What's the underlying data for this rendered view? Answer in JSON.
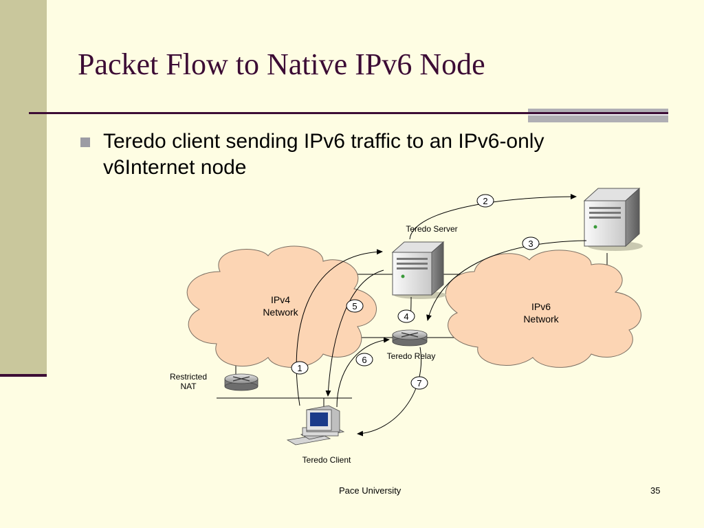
{
  "slide": {
    "title": "Packet Flow to Native IPv6 Node",
    "bullet": "Teredo client sending IPv6 traffic to an IPv6-only v6Internet node",
    "footer": "Pace University",
    "page_number": "35"
  },
  "diagram": {
    "ipv4_cloud": {
      "line1": "IPv4",
      "line2": "Network"
    },
    "ipv6_cloud": {
      "line1": "IPv6",
      "line2": "Network"
    },
    "teredo_server": "Teredo Server",
    "teredo_relay": "Teredo Relay",
    "teredo_client": "Teredo Client",
    "restricted_nat": {
      "line1": "Restricted",
      "line2": "NAT"
    },
    "steps": [
      "1",
      "2",
      "3",
      "4",
      "5",
      "6",
      "7"
    ]
  },
  "colors": {
    "background": "#fefde3",
    "sidebar": "#c9c79c",
    "title": "#3c0c35",
    "cloud_fill": "#fcd5b4"
  }
}
